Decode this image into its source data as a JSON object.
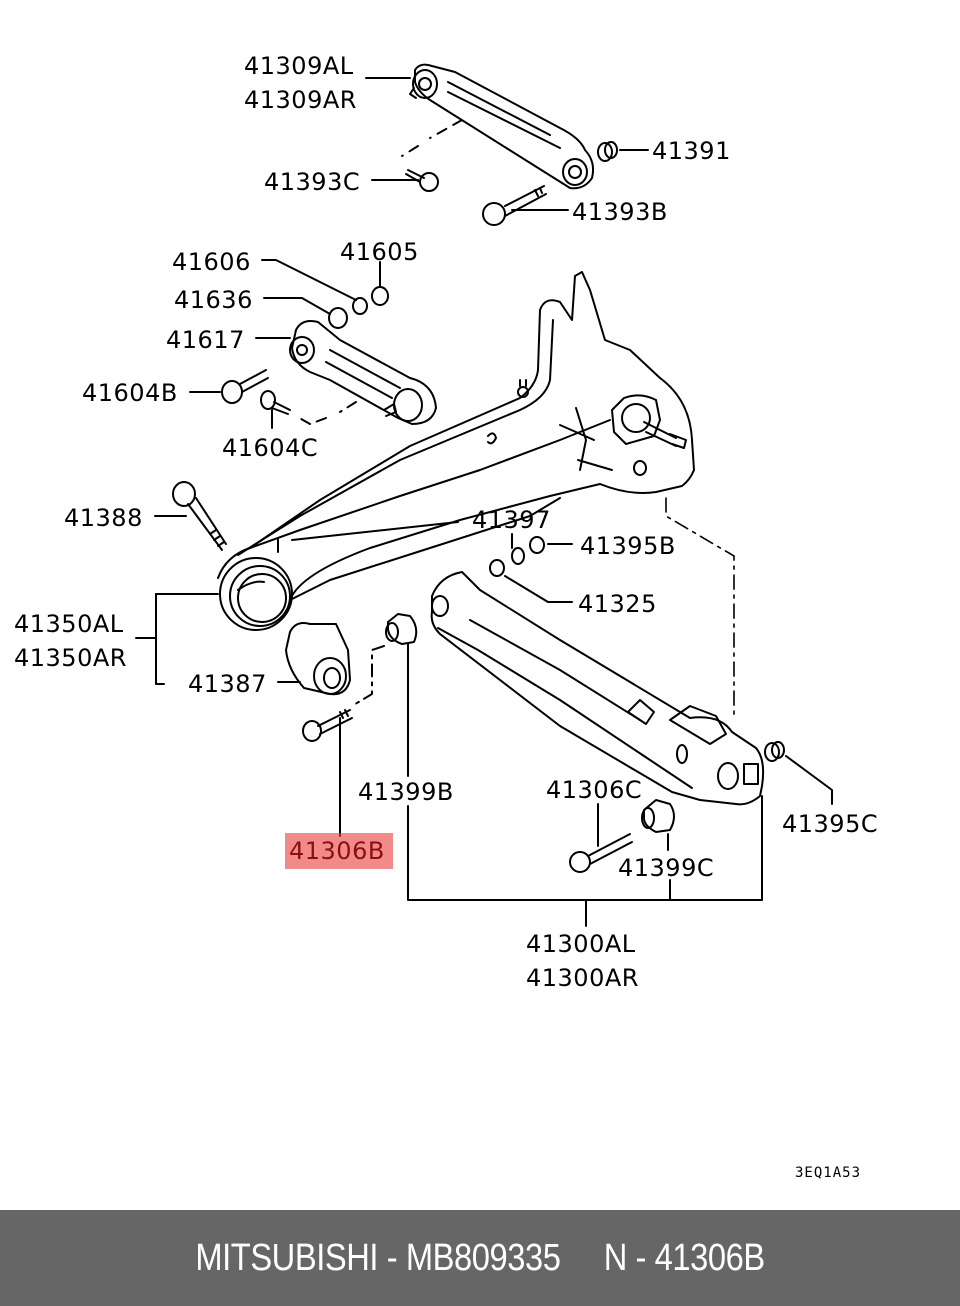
{
  "diagram": {
    "labels": {
      "p41309AL": "41309AL",
      "p41309AR": "41309AR",
      "p41391": "41391",
      "p41393C": "41393C",
      "p41393B": "41393B",
      "p41606": "41606",
      "p41605": "41605",
      "p41636": "41636",
      "p41617": "41617",
      "p41604B": "41604B",
      "p41604C": "41604C",
      "p41388": "41388",
      "p41397": "41397",
      "p41395B": "41395B",
      "p41325": "41325",
      "p41350AL": "41350AL",
      "p41350AR": "41350AR",
      "p41387": "41387",
      "p41399B": "41399B",
      "p41306C": "41306C",
      "p41395C": "41395C",
      "p41306B": "41306B",
      "p41399C": "41399C",
      "p41300AL": "41300AL",
      "p41300AR": "41300AR"
    },
    "highlighted_part": "41306B",
    "highlight_color": "#f07070",
    "diagram_code": "3EQ1A53"
  },
  "footer": {
    "text": "MITSUBISHI - MB809335     N - 41306B",
    "background": "#666666"
  }
}
